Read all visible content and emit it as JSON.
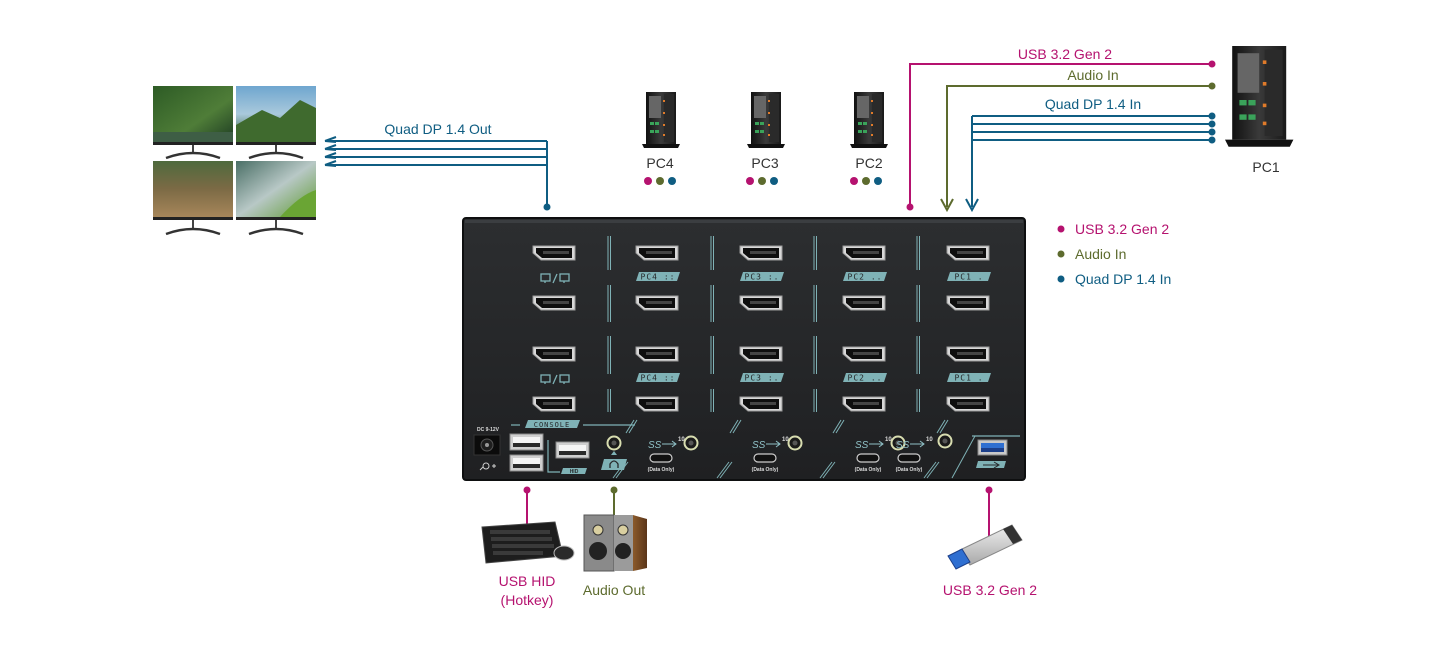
{
  "colors": {
    "usb": "#b5126f",
    "audio": "#5d6b2e",
    "dp": "#0f5d82",
    "panel": "#26282a",
    "panel_edge": "#111213",
    "teal": "#7fb2b6",
    "pc_label": "#333333"
  },
  "top_connections": {
    "usb_label": "USB 3.2 Gen 2",
    "audio_label": "Audio In",
    "dp_label": "Quad DP 1.4 In"
  },
  "output": {
    "dp_out_label": "Quad DP 1.4 Out",
    "monitor_count": 4
  },
  "computers": [
    {
      "name": "PC4"
    },
    {
      "name": "PC3"
    },
    {
      "name": "PC2"
    },
    {
      "name": "PC1"
    }
  ],
  "legend": [
    {
      "label": "USB 3.2 Gen 2",
      "color": "#b5126f"
    },
    {
      "label": "Audio In",
      "color": "#5d6b2e"
    },
    {
      "label": "Quad DP 1.4 In",
      "color": "#0f5d82"
    }
  ],
  "device": {
    "console_label": "CONSOLE",
    "dc_label": "DC 9-12V",
    "hid_label": "HID",
    "data_only_label": "(Data Only)",
    "ss_label": "SS",
    "ss_speed": "10",
    "port_groups": [
      {
        "tag": "PC4 ::"
      },
      {
        "tag": "PC3 :."
      },
      {
        "tag": "PC2 .."
      },
      {
        "tag": "PC1 ."
      }
    ],
    "console_dp_icon": "dual-monitor-icon"
  },
  "peripherals": {
    "hid_label_line1": "USB HID",
    "hid_label_line2": "(Hotkey)",
    "audio_out_label": "Audio Out",
    "usb_drive_label": "USB 3.2 Gen 2"
  }
}
